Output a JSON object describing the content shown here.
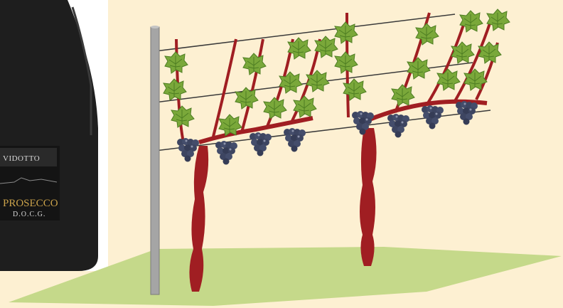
{
  "bottle_label": {
    "brand": "VIDOTTO",
    "wine": "PROSECCO",
    "designation": "D.O.C.G."
  },
  "colors": {
    "background": "#fdf0d2",
    "ground": "#c5d98a",
    "vine_wood": "#a01e22",
    "leaf": "#7aa83a",
    "grape": "#3d4561",
    "post": "#a5a5a5",
    "wire": "#3a3a3a",
    "bottle": "#1e1e1e"
  },
  "diagram": {
    "plants": 2,
    "trellis_wires": 3,
    "posts": 1
  }
}
